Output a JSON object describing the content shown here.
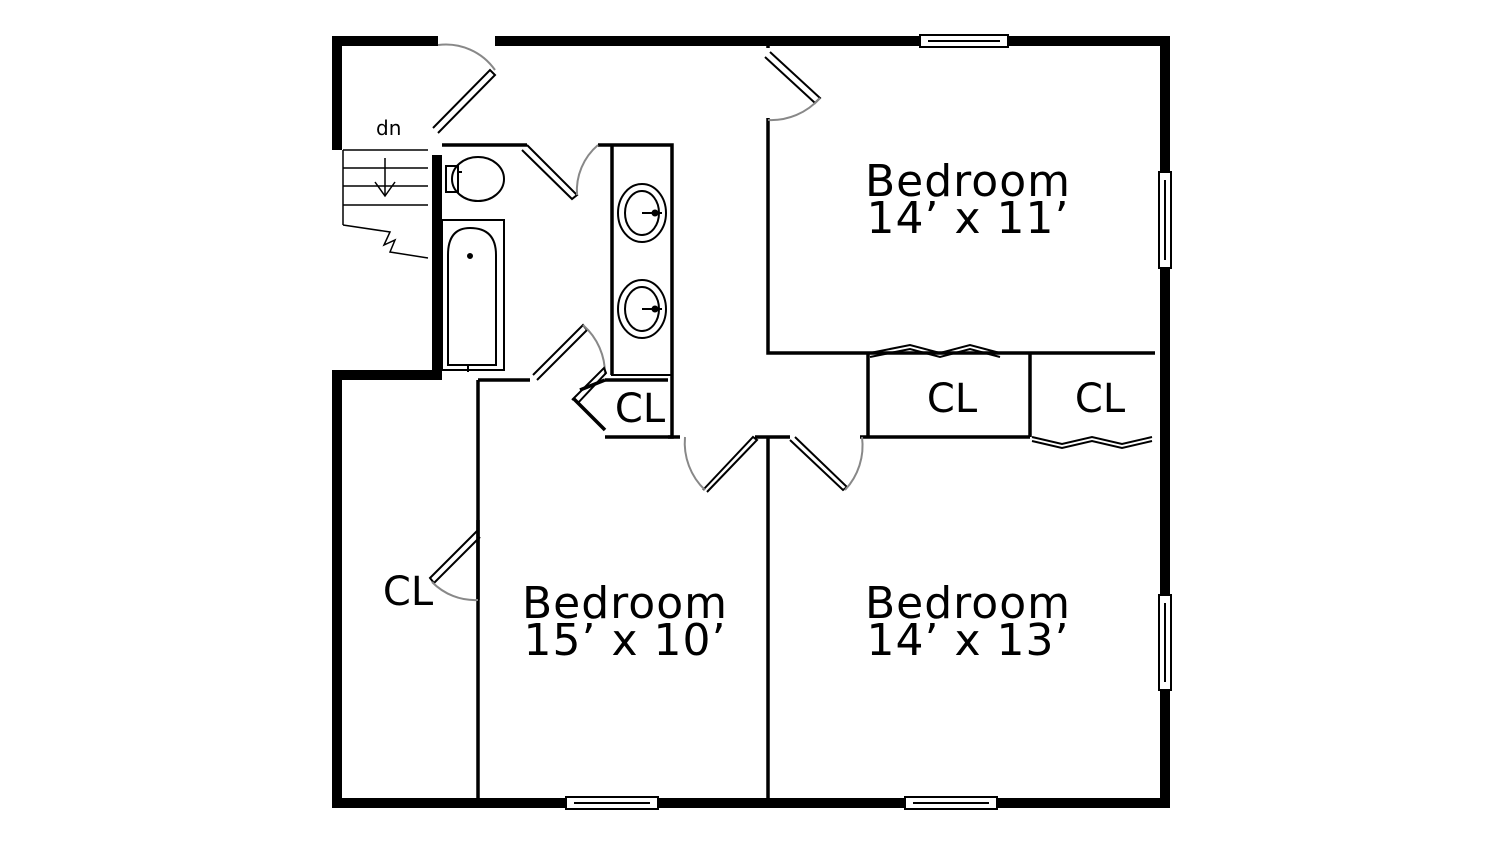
{
  "floorplan": {
    "stair_label": "dn",
    "rooms": [
      {
        "id": "bedroom-ne",
        "name": "Bedroom",
        "dims": "14’ x 11’"
      },
      {
        "id": "bedroom-sw",
        "name": "Bedroom",
        "dims": "15’ x 10’"
      },
      {
        "id": "bedroom-se",
        "name": "Bedroom",
        "dims": "14’ x 13’"
      }
    ],
    "closets": {
      "hall": "CL",
      "east_a": "CL",
      "east_b": "CL",
      "west": "CL"
    }
  }
}
